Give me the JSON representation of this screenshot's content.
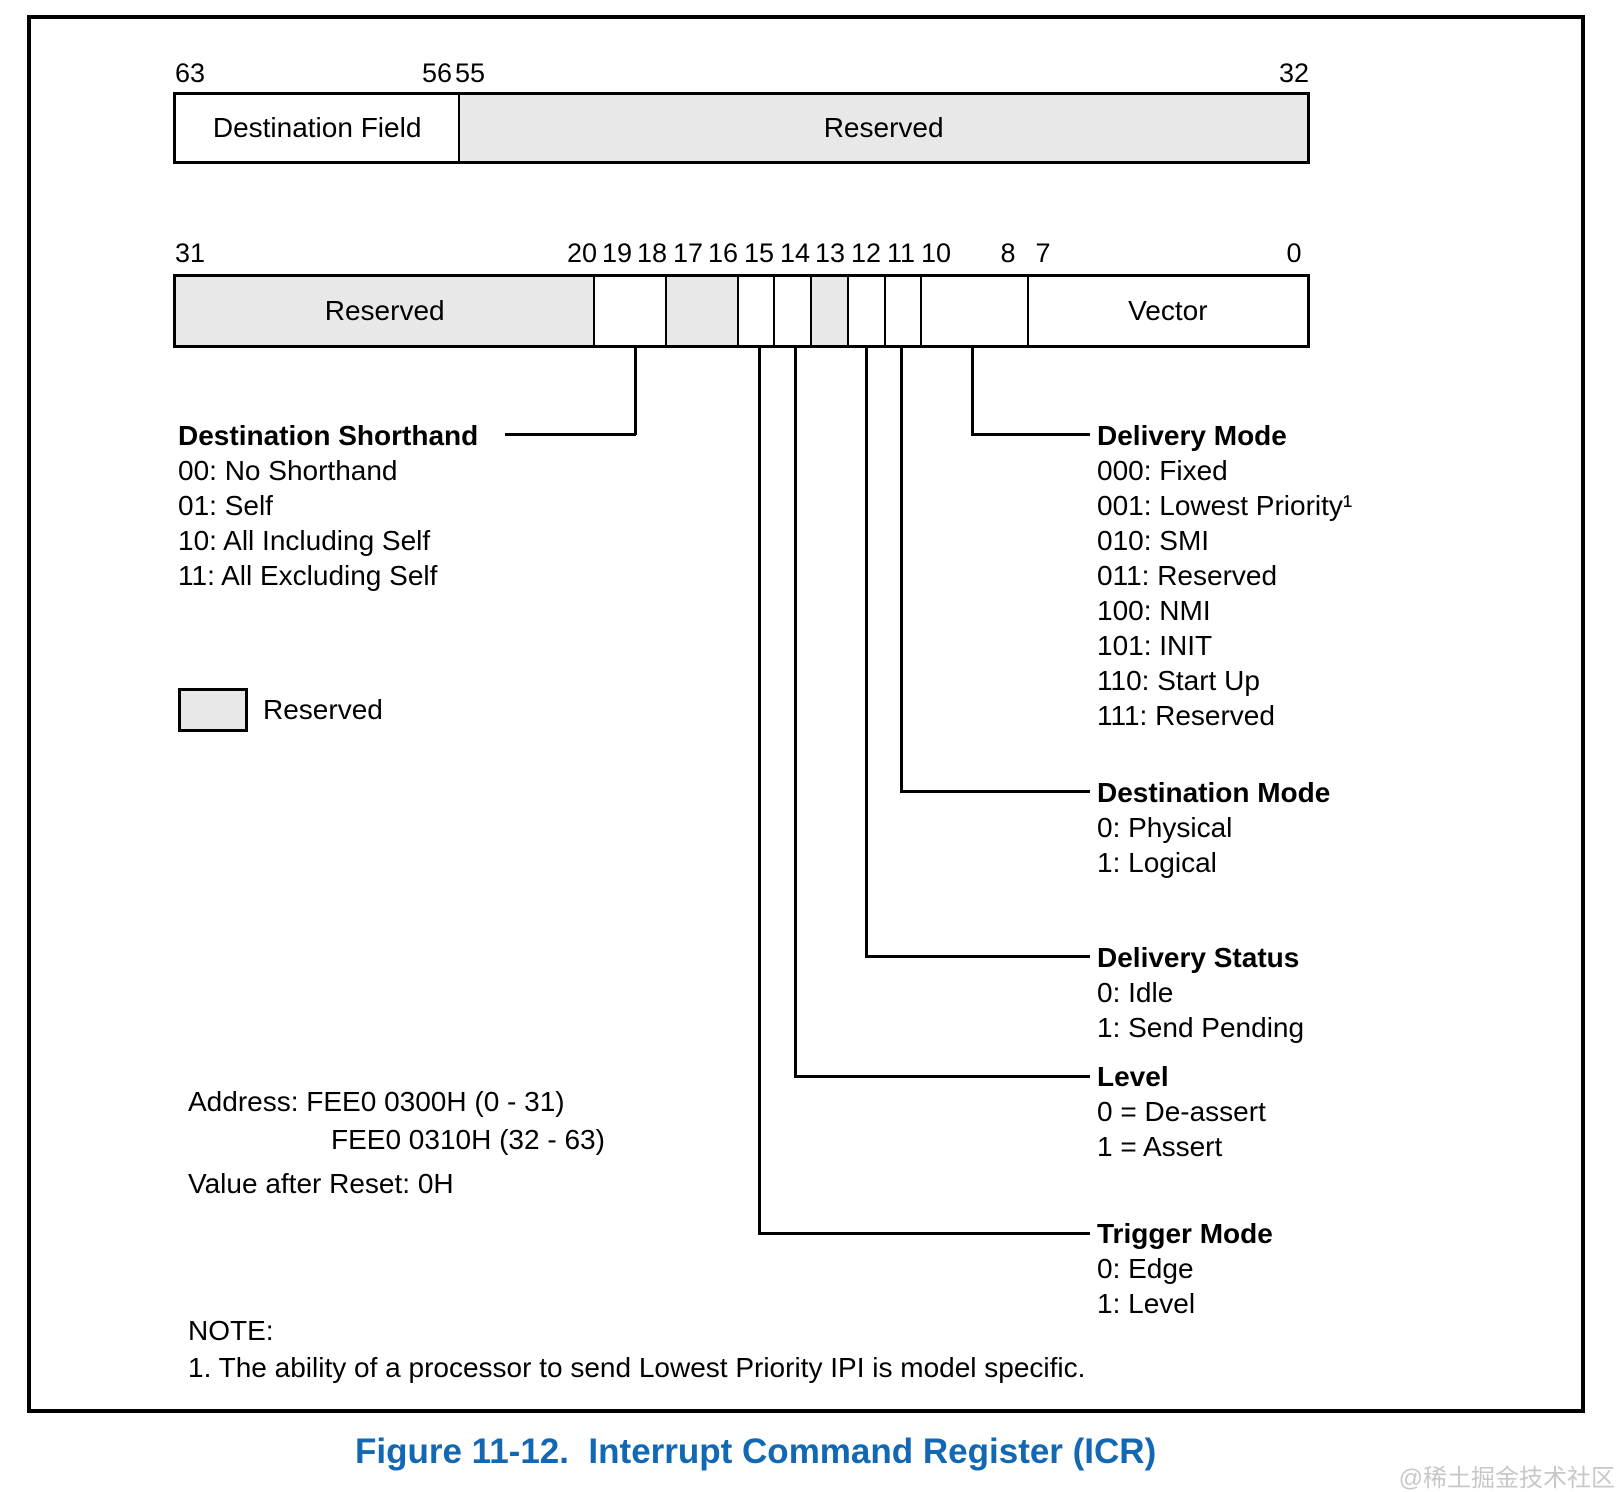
{
  "register_high": {
    "bit_labels": [
      "63",
      "56",
      "55",
      "32"
    ],
    "fields": [
      {
        "label": "Destination Field",
        "bits": "63-56",
        "reserved": false
      },
      {
        "label": "Reserved",
        "bits": "55-32",
        "reserved": true
      }
    ]
  },
  "register_low": {
    "bit_labels": [
      "31",
      "20",
      "19",
      "18",
      "17",
      "16",
      "15",
      "14",
      "13",
      "12",
      "11",
      "10",
      "8",
      "7",
      "0"
    ],
    "fields": [
      {
        "label": "Reserved",
        "bits": "31-20",
        "reserved": true
      },
      {
        "label": "",
        "bits": "19-18",
        "reserved": false
      },
      {
        "label": "",
        "bits": "17-16",
        "reserved": true
      },
      {
        "label": "",
        "bits": "15",
        "reserved": false
      },
      {
        "label": "",
        "bits": "14",
        "reserved": false
      },
      {
        "label": "",
        "bits": "13",
        "reserved": true
      },
      {
        "label": "",
        "bits": "12",
        "reserved": false
      },
      {
        "label": "",
        "bits": "11",
        "reserved": false
      },
      {
        "label": "",
        "bits": "10-8",
        "reserved": false
      },
      {
        "label": "Vector",
        "bits": "7-0",
        "reserved": false
      }
    ]
  },
  "callouts": {
    "destination_shorthand": {
      "title": "Destination Shorthand",
      "items": [
        "00: No Shorthand",
        "01: Self",
        "10: All Including Self",
        "11: All Excluding Self"
      ]
    },
    "delivery_mode": {
      "title": "Delivery Mode",
      "items": [
        "000: Fixed",
        "001: Lowest Priority¹",
        "010: SMI",
        "011: Reserved",
        "100: NMI",
        "101: INIT",
        "110: Start Up",
        "111: Reserved"
      ]
    },
    "destination_mode": {
      "title": "Destination Mode",
      "items": [
        "0: Physical",
        "1: Logical"
      ]
    },
    "delivery_status": {
      "title": "Delivery Status",
      "items": [
        "0: Idle",
        "1: Send Pending"
      ]
    },
    "level": {
      "title": "Level",
      "items": [
        "0 = De-assert",
        "1 = Assert"
      ]
    },
    "trigger_mode": {
      "title": "Trigger Mode",
      "items": [
        "0: Edge",
        "1: Level"
      ]
    }
  },
  "legend": {
    "label": "Reserved"
  },
  "info": {
    "address_line1": "Address: FEE0 0300H (0 - 31)",
    "address_line2": "FEE0 0310H (32 - 63)",
    "reset_line": "Value after Reset: 0H"
  },
  "note": {
    "heading": "NOTE:",
    "item": "1. The ability of a processor to send Lowest Priority IPI is model specific."
  },
  "caption": "Figure 11-12.  Interrupt Command Register (ICR)",
  "watermark": "@稀土掘金技术社区",
  "colors": {
    "reserved_fill": "#e8e8e8",
    "caption_blue": "#1268b2",
    "line_black": "#000000"
  }
}
